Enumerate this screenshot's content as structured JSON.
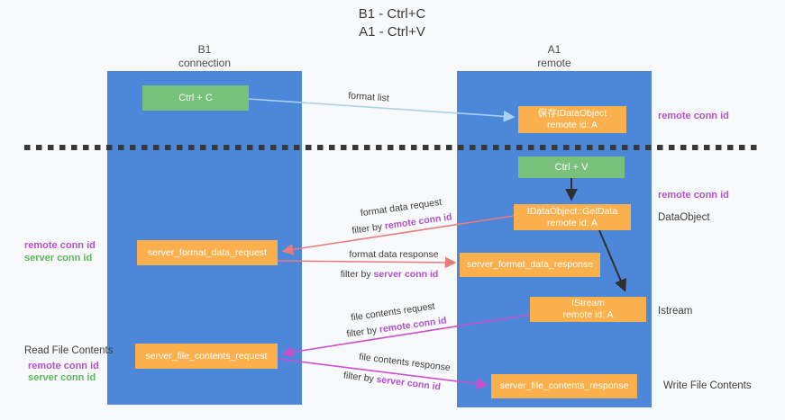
{
  "title": {
    "line1": "B1 - Ctrl+C",
    "line2": "A1 - Ctrl+V"
  },
  "lanes": {
    "left": {
      "title": "B1",
      "subtitle": "connection"
    },
    "right": {
      "title": "A1",
      "subtitle": "remote"
    }
  },
  "nodes": {
    "ctrl_c": {
      "label": "Ctrl + C"
    },
    "ctrl_v": {
      "label": "Ctrl + V"
    },
    "save_dataobject": {
      "line1": "保存IDataObject",
      "line2": "remote id: A"
    },
    "getdata": {
      "line1": "IDataObject::GetData",
      "line2": "remote id: A"
    },
    "istream": {
      "line1": "IStream",
      "line2": "remote id: A"
    },
    "format_request_box": {
      "label": "server_format_data_request"
    },
    "format_response_box": {
      "label": "server_format_data_response"
    },
    "file_request_box": {
      "label": "server_file_contents_request"
    },
    "file_response_box": {
      "label": "server_file_contents_response"
    }
  },
  "messages": {
    "format_list": {
      "label": "format list"
    },
    "format_request": {
      "label": "format data request",
      "filter_prefix": "filter by ",
      "filter_key": "remote conn id"
    },
    "format_response": {
      "label": "format data response",
      "filter_prefix": "filter by ",
      "filter_key": "server conn id"
    },
    "file_request": {
      "label": "file contents request",
      "filter_prefix": "filter by ",
      "filter_key": "remote conn id"
    },
    "file_response": {
      "label": "file contents response",
      "filter_prefix": "filter by ",
      "filter_key": "server conn id"
    }
  },
  "annotations": {
    "save_remote_conn_id": "remote conn id",
    "paste_remote_conn_id": "remote conn id",
    "dataobject": "DataObject",
    "istream": "Istream",
    "write_file_contents": "Write File Contents",
    "format_remote_conn_id": "remote conn id",
    "format_server_conn_id": "server conn id",
    "read_file_contents": "Read File Contents",
    "file_remote_conn_id": "remote conn id",
    "file_server_conn_id": "server conn id"
  },
  "colors": {
    "background": "#f8f9fa",
    "lane_blue": "#4d87d9",
    "node_green": "#77c17a",
    "node_orange": "#f9b04d",
    "purple_text": "#b052c8",
    "green_text": "#5cb85c",
    "arrow_blue": "#a9d2f0",
    "arrow_red": "#e87c7c",
    "arrow_magenta": "#cb4fcb",
    "arrow_black": "#2f2f2f",
    "dashed_line": "#383838"
  }
}
